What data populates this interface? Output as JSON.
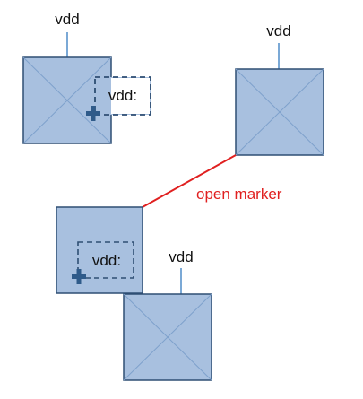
{
  "labels": {
    "vdd_top_left": "vdd",
    "vdd_top_right": "vdd",
    "vdd_bottom": "vdd",
    "pin_label_1": "vdd:",
    "pin_label_2": "vdd:",
    "open_marker": "open marker"
  },
  "colors": {
    "box_fill": "#a8c0df",
    "box_stroke": "#2f4f74",
    "wire": "#4f8cc9",
    "marker_line": "#e02020",
    "marker_text": "#e02020",
    "dashed": "#2f4f74",
    "plus_icon": "#2f5b8a"
  }
}
